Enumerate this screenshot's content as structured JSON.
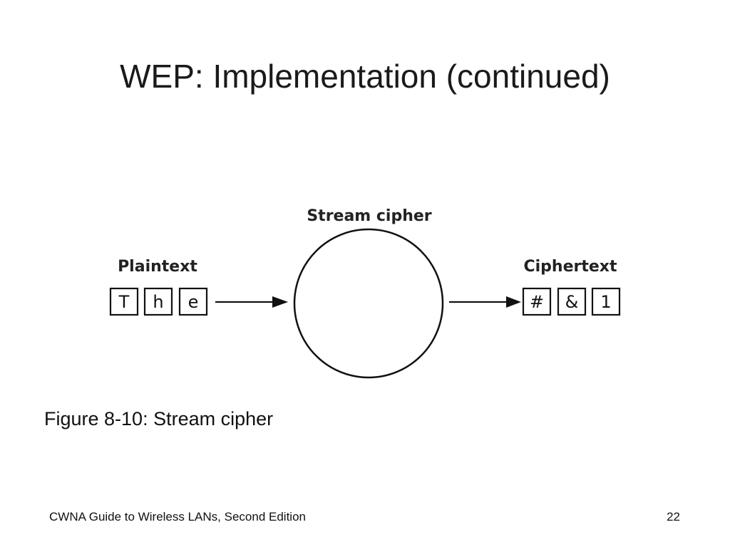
{
  "slide": {
    "title": "WEP: Implementation (continued)",
    "caption": "Figure 8-10: Stream cipher",
    "footer_left": "CWNA Guide to Wireless LANs, Second Edition",
    "page_number": "22"
  },
  "diagram": {
    "cipher_label": "Stream cipher",
    "plaintext_label": "Plaintext",
    "plaintext_chars": [
      "T",
      "h",
      "e"
    ],
    "ciphertext_label": "Ciphertext",
    "ciphertext_chars": [
      "#",
      "&",
      "1"
    ],
    "colors": {
      "stroke": "#111111",
      "label": "#222222"
    }
  }
}
